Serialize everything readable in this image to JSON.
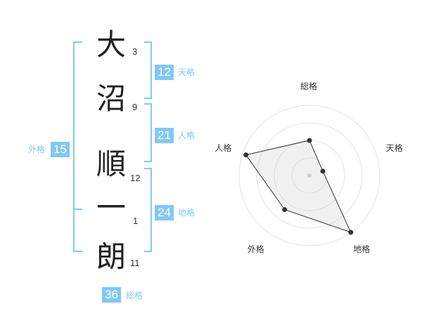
{
  "accent_color": "#81c8f5",
  "name": {
    "characters": [
      {
        "char": "大",
        "strokes": "3"
      },
      {
        "char": "沼",
        "strokes": "9"
      },
      {
        "char": "順",
        "strokes": "12"
      },
      {
        "char": "一",
        "strokes": "1"
      },
      {
        "char": "朗",
        "strokes": "11"
      }
    ]
  },
  "fortunes": {
    "tenkaku": {
      "value": "12",
      "label": "天格"
    },
    "jinkaku": {
      "value": "21",
      "label": "人格"
    },
    "chikaku": {
      "value": "24",
      "label": "地格"
    },
    "gaikaku": {
      "value": "15",
      "label": "外格"
    },
    "soukaku": {
      "value": "36",
      "label": "総格"
    }
  },
  "chart_data": {
    "type": "radar",
    "axes": [
      "総格",
      "天格",
      "地格",
      "外格",
      "人格"
    ],
    "values": [
      0.5,
      0.2,
      1.0,
      0.6,
      0.95
    ],
    "rings": 4,
    "grid": true
  }
}
